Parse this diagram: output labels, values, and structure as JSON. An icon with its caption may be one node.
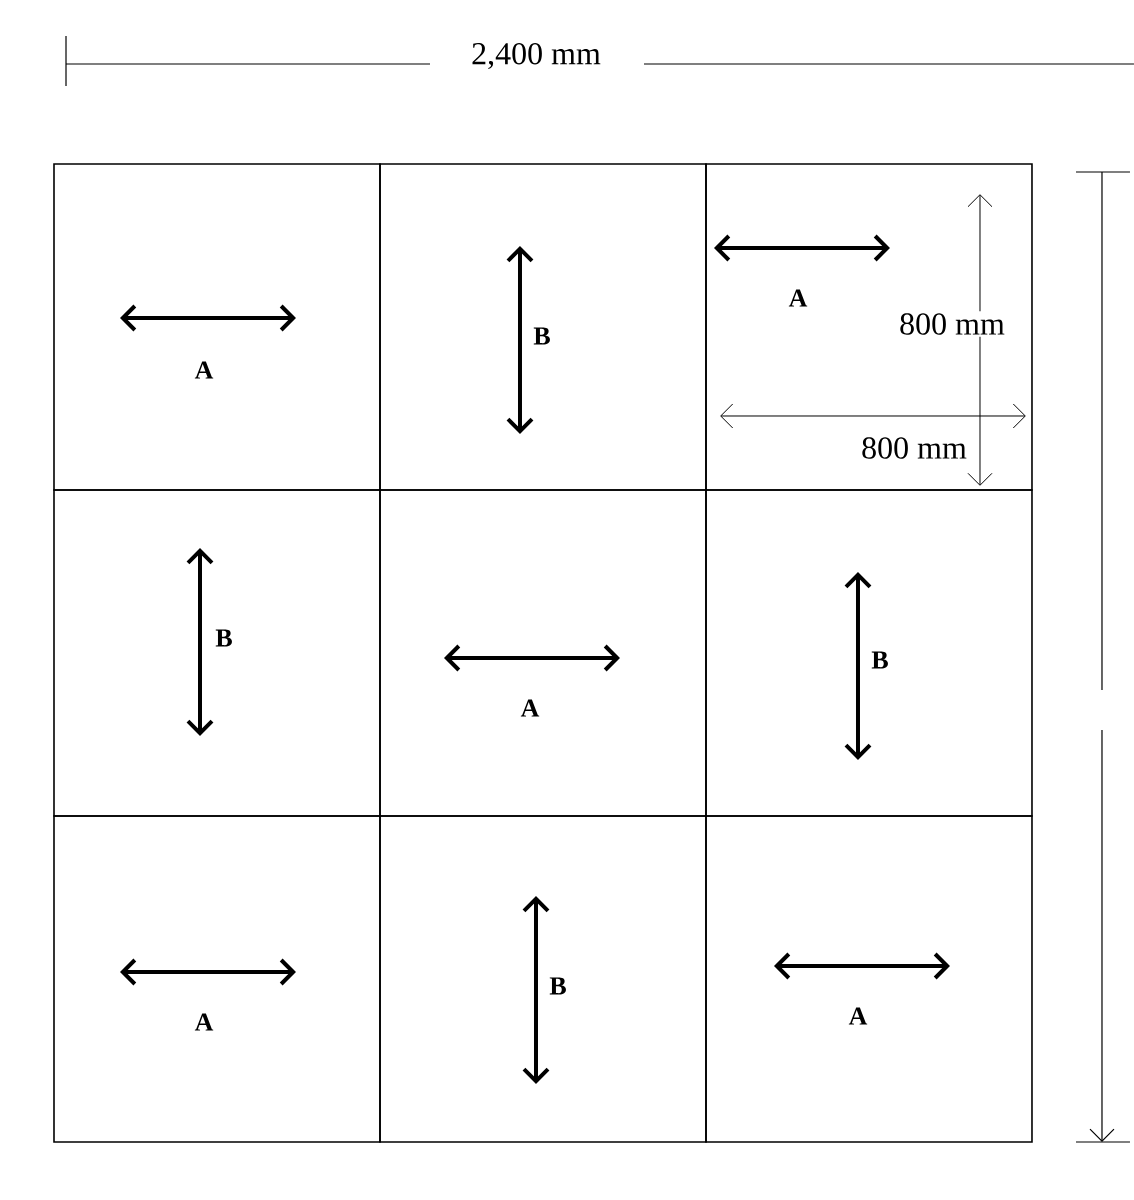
{
  "diagram": {
    "nodes": [
      {
        "text": [
          "A"
        ]
      },
      {
        "text": [
          "B"
        ]
      },
      {
        "text": [
          "A"
        ]
      },
      {
        "text": [
          "B"
        ]
      },
      {
        "text": [
          "A"
        ]
      },
      {
        "text": [
          "B"
        ]
      },
      {
        "text": [
          "A"
        ]
      },
      {
        "text": [
          "B"
        ]
      },
      {
        "text": [
          "A"
        ]
      }
    ],
    "labels": [
      "2,400 mm",
      "800 mm",
      "800 mm"
    ]
  }
}
